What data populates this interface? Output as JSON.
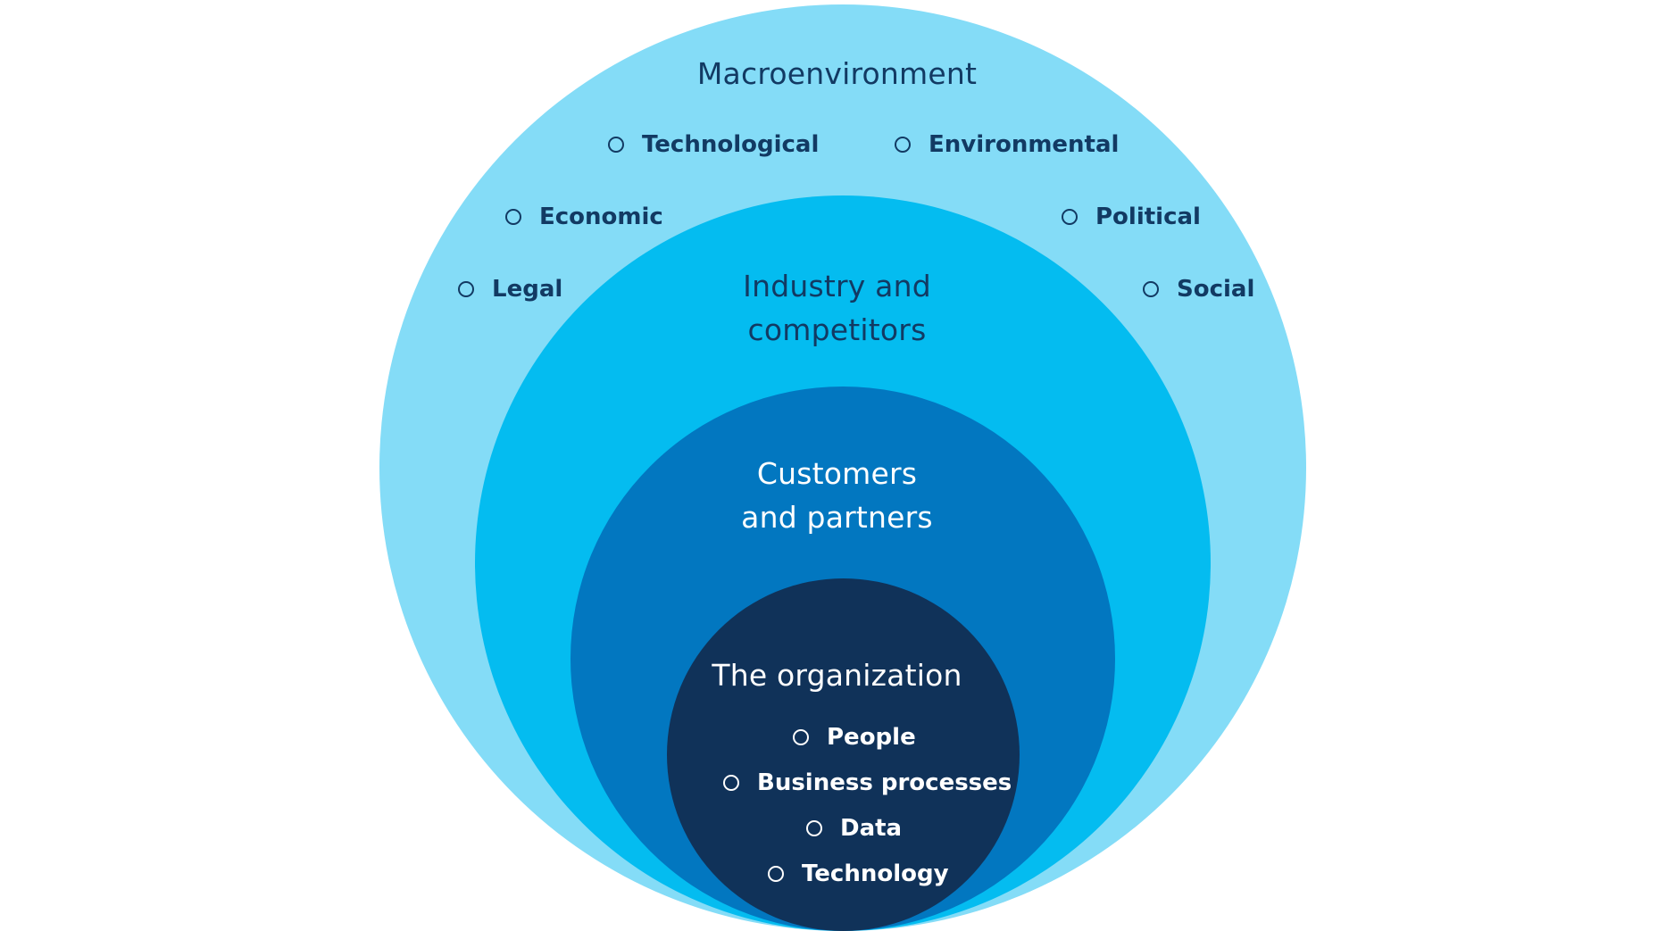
{
  "diagram": {
    "colors": {
      "macroenvironment": "#84dcf7",
      "industry": "#04bcf0",
      "customers": "#0277c0",
      "organization": "#103259",
      "dark_text": "#123a63",
      "light_text": "#ffffff"
    },
    "macroenvironment": {
      "title": "Macroenvironment",
      "items": [
        "Technological",
        "Environmental",
        "Economic",
        "Political",
        "Legal",
        "Social"
      ]
    },
    "industry": {
      "title": "Industry and\ncompetitors"
    },
    "customers": {
      "title": "Customers\nand partners"
    },
    "organization": {
      "title": "The organization",
      "items": [
        "People",
        "Business processes",
        "Data",
        "Technology"
      ]
    },
    "bullet_icon": "circle-outline-icon"
  }
}
